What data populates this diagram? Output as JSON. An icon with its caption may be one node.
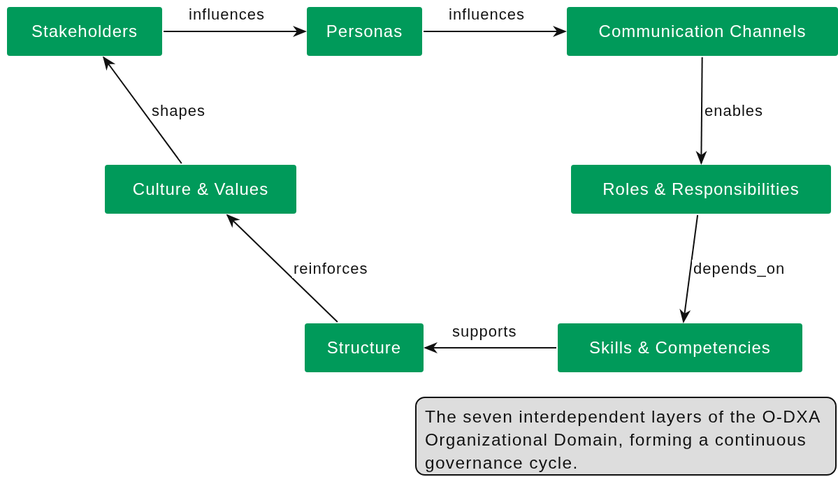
{
  "diagram": {
    "nodes": [
      {
        "text": [
          "Stakeholders"
        ]
      },
      {
        "text": [
          "Personas"
        ]
      },
      {
        "text": [
          "Communication Channels"
        ]
      },
      {
        "text": [
          "Roles & Responsibilities"
        ]
      },
      {
        "text": [
          "Skills & Competencies"
        ]
      },
      {
        "text": [
          "Structure"
        ]
      },
      {
        "text": [
          "Culture & Values"
        ]
      },
      {
        "text": [
          "The seven interdependent layers of the O-DXA Organizational Domain, forming a continuous governance cycle."
        ]
      }
    ],
    "edges": [
      {
        "from": 0,
        "to": 1,
        "arrow": "to",
        "label": "influences"
      },
      {
        "from": 1,
        "to": 2,
        "arrow": "to",
        "label": "influences"
      },
      {
        "from": 2,
        "to": 3,
        "arrow": "to",
        "label": "enables"
      },
      {
        "from": 3,
        "to": 4,
        "arrow": "to",
        "label": "depends_on"
      },
      {
        "from": 4,
        "to": 5,
        "arrow": "to",
        "label": "supports"
      },
      {
        "from": 5,
        "to": 6,
        "arrow": "to",
        "label": "reinforces"
      },
      {
        "from": 6,
        "to": 0,
        "arrow": "to",
        "label": "shapes"
      }
    ]
  }
}
